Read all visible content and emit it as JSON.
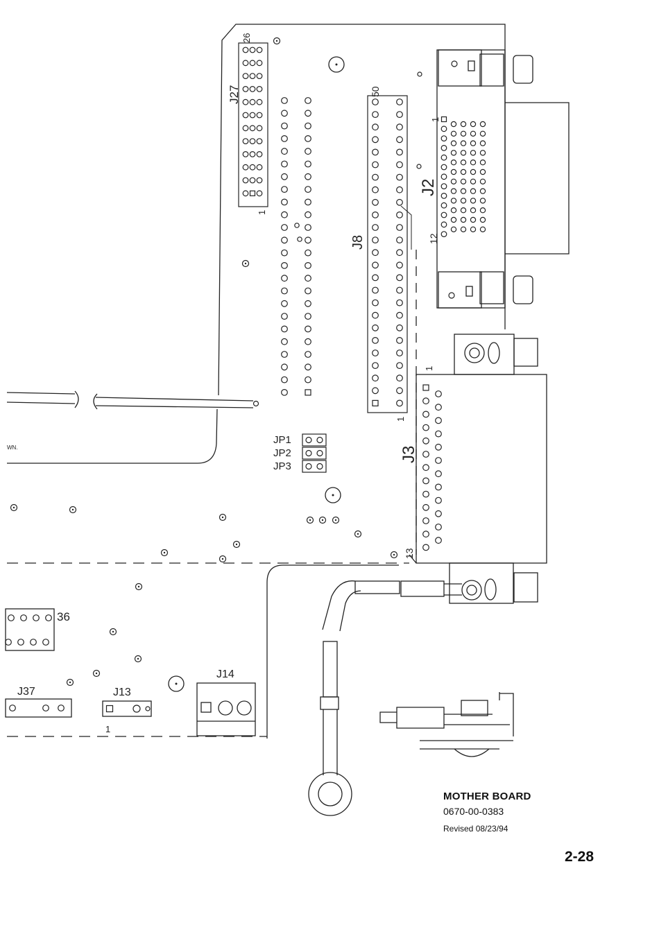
{
  "labels": {
    "j27": "J27",
    "j27_pin26": "26",
    "j27_pin1": "1",
    "j8": "J8",
    "j8_pin50": "50",
    "j8_pin1": "1",
    "j2": "J2",
    "j2_pin1": "1",
    "j2_pin12": "12",
    "j3": "J3",
    "j3_pin1": "1",
    "j3_pin13": "13",
    "jp1": "JP1",
    "jp2": "JP2",
    "jp3": "JP3",
    "j14": "J14",
    "j13": "J13",
    "j13_pin1": "1",
    "j37": "J37",
    "j36": "36",
    "wn": "WN."
  },
  "title_block": {
    "title": "MOTHER BOARD",
    "part_number": "0670-00-0383",
    "revised_label": "Revised",
    "revised_date": "08/23/94"
  },
  "page_number": "2-28"
}
